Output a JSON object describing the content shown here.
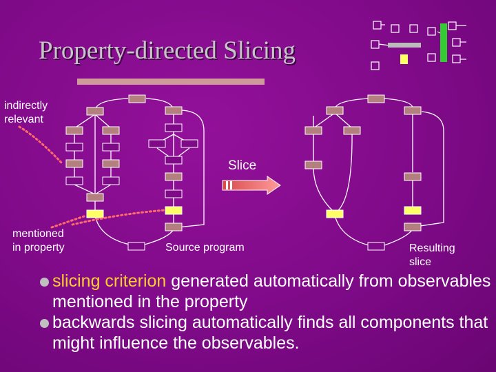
{
  "title": "Property-directed Slicing",
  "labels": {
    "indirectly": [
      "indirectly",
      "relevant"
    ],
    "mentioned": [
      "mentioned",
      "in property"
    ],
    "slice": "Slice",
    "source": "Source program",
    "result": [
      "Resulting",
      "slice"
    ]
  },
  "bullets": [
    {
      "highlight": "slicing criterion",
      "rest": " generated automatically from observables mentioned in the property"
    },
    {
      "highlight": "",
      "rest": "backwards slicing automatically finds all components that might influence the observables."
    }
  ],
  "colors": {
    "background": "#8a0f93",
    "node_fill": "#b47f7f",
    "node_white": "#7f0a88",
    "node_yellow": "#ffff66",
    "arrow": "#f07a7a",
    "dotted_leader": "#ff6b6b",
    "criterion_text": "#ffcc33"
  }
}
